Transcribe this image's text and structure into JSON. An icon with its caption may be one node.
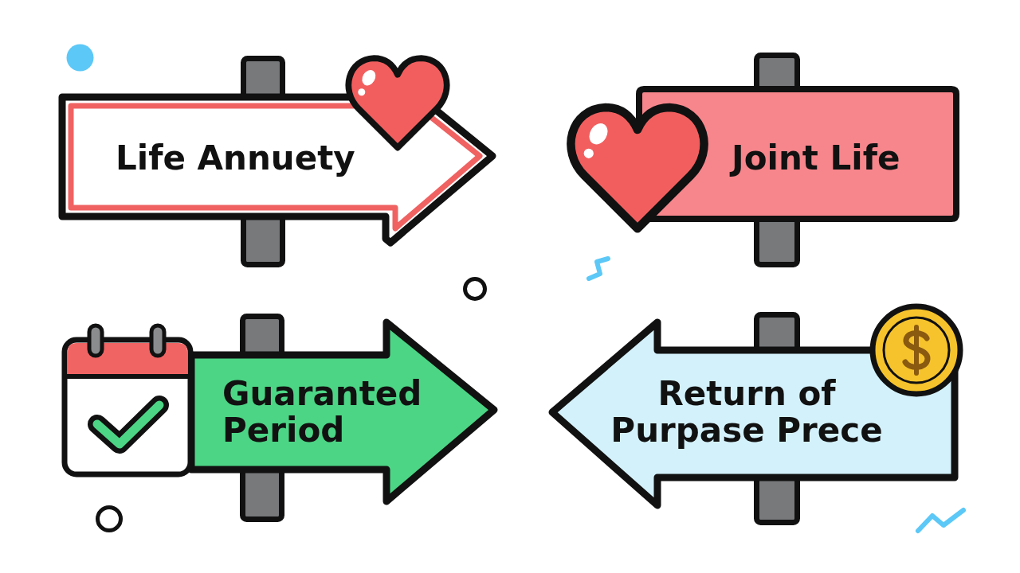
{
  "diagram": {
    "nodes": [
      {
        "text": [
          "Life Annuety"
        ]
      },
      {
        "text": [],
        "shape": "bar"
      },
      {
        "text": [
          "Joint Life"
        ]
      },
      {
        "text": [],
        "shape": "bar"
      },
      {
        "text": [
          "Guaranted Period"
        ]
      },
      {
        "text": [],
        "shape": "bar"
      },
      {
        "text": [
          "Return of Purpase Prece"
        ]
      },
      {
        "text": [],
        "shape": "bar"
      }
    ]
  }
}
